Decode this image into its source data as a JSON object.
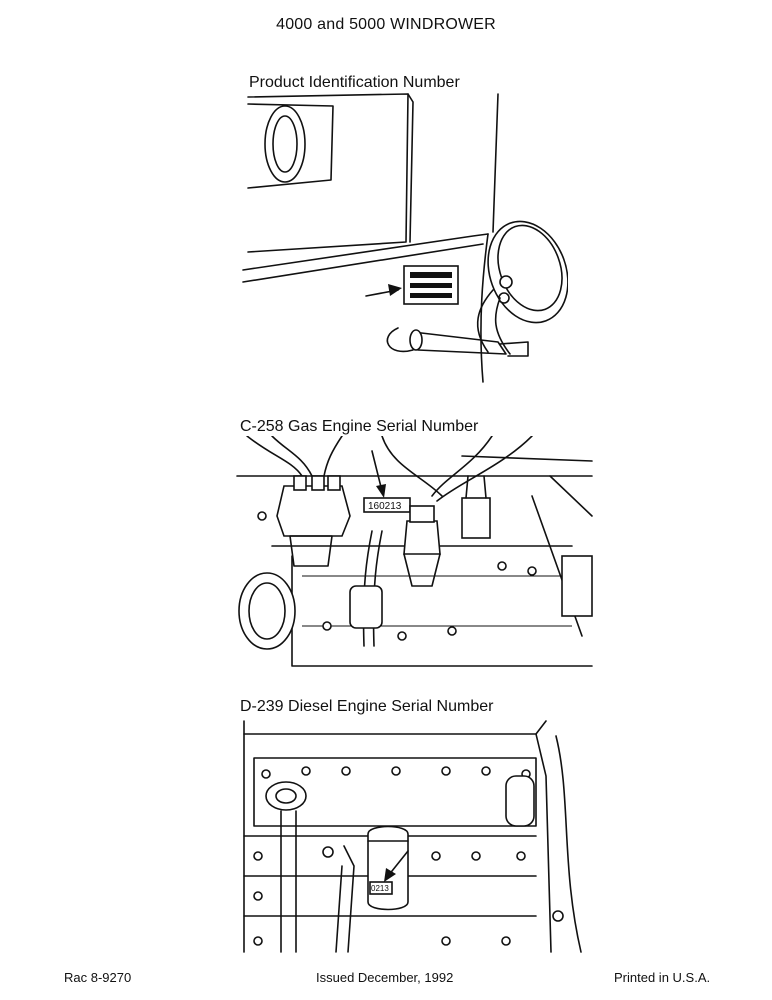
{
  "header": {
    "title": "4000 and 5000 WINDROWER"
  },
  "figures": [
    {
      "caption": "Product Identification Number"
    },
    {
      "caption": "C-258 Gas Engine Serial Number",
      "plate_text": "160213"
    },
    {
      "caption": "D-239 Diesel Engine Serial Number",
      "plate_text": "0213"
    }
  ],
  "footer": {
    "left": "Rac 8-9270",
    "center": "Issued December, 1992",
    "right": "Printed in U.S.A."
  }
}
